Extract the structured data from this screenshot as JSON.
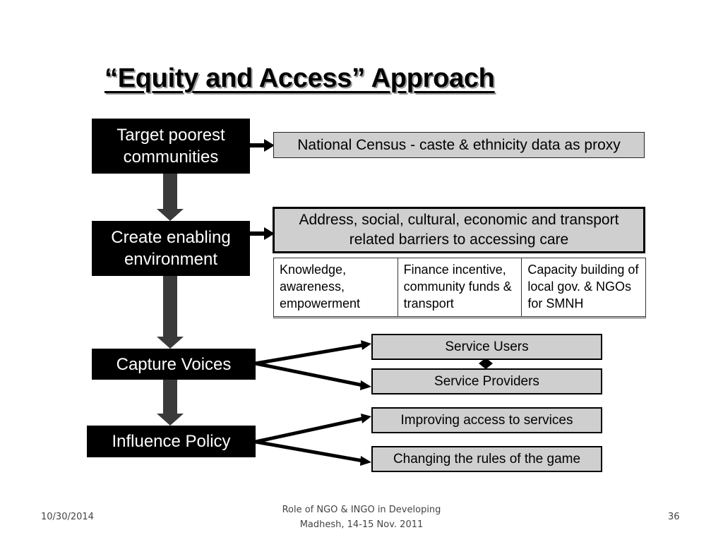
{
  "title": "“Equity and Access” Approach",
  "stages": {
    "target": "Target poorest communities",
    "enabling": "Create enabling environment",
    "voices": "Capture Voices",
    "policy": "Influence Policy"
  },
  "outputs": {
    "census": "National Census - caste & ethnicity data as proxy",
    "barriers": "Address, social, cultural, economic and transport related barriers to accessing care",
    "sub_items": [
      "Knowledge, awareness, empowerment",
      "Finance incentive, community funds & transport",
      "Capacity building of local gov. & NGOs for SMNH"
    ],
    "service_users": "Service Users",
    "service_providers": "Service Providers",
    "improving_access": "Improving access to services",
    "changing_rules": "Changing the rules of the game"
  },
  "footer": {
    "date": "10/30/2014",
    "center": "Role of NGO & INGO in Developing Madhesh, 14-15 Nov. 2011",
    "page": "36"
  },
  "colors": {
    "stage_bg": "#000000",
    "box_fill": "#cfcfcf",
    "arrow": "#3a3a3a"
  }
}
